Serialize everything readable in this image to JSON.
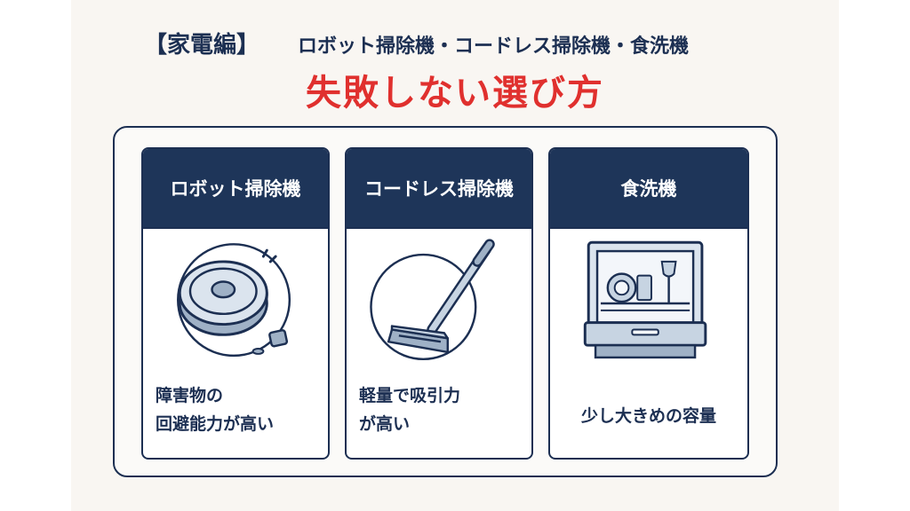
{
  "header": {
    "category": "【家電編】",
    "subtitle": "ロボット掃除機・コードレス掃除機・食洗機",
    "headline": "失敗しない選び方"
  },
  "cards": [
    {
      "title": "ロボット掃除機",
      "icon": "robot-vacuum-icon",
      "lines": [
        "障害物の",
        "回避能力が高い"
      ]
    },
    {
      "title": "コードレス掃除機",
      "icon": "cordless-vacuum-icon",
      "lines": [
        "軽量で吸引力",
        "が高い"
      ]
    },
    {
      "title": "食洗機",
      "icon": "dishwasher-icon",
      "lines": [
        "少し大きめの容量"
      ]
    }
  ],
  "colors": {
    "navy": "#1e3559",
    "accent_red": "#e0302e",
    "icon_fill": "#c7d4e2",
    "background": "#f9f6f2"
  }
}
